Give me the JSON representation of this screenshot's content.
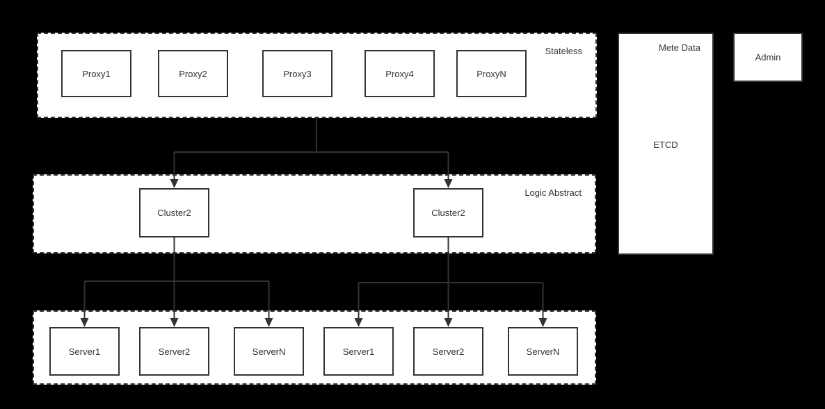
{
  "colors": {
    "background": "#000000",
    "panel_fill": "#ffffff",
    "stroke": "#333333",
    "text": "#333333"
  },
  "groups": {
    "stateless": {
      "label": "Stateless"
    },
    "logic_abstract": {
      "label": "Logic Abstract"
    }
  },
  "nodes": {
    "proxies": [
      "Proxy1",
      "Proxy2",
      "Proxy3",
      "Proxy4",
      "ProxyN"
    ],
    "clusters": [
      "Cluster2",
      "Cluster2"
    ],
    "servers": [
      "Server1",
      "Server2",
      "ServerN",
      "Server1",
      "Server2",
      "ServerN"
    ]
  },
  "meta": {
    "title": "Mete Data",
    "body": "ETCD"
  },
  "admin": {
    "label": "Admin"
  }
}
